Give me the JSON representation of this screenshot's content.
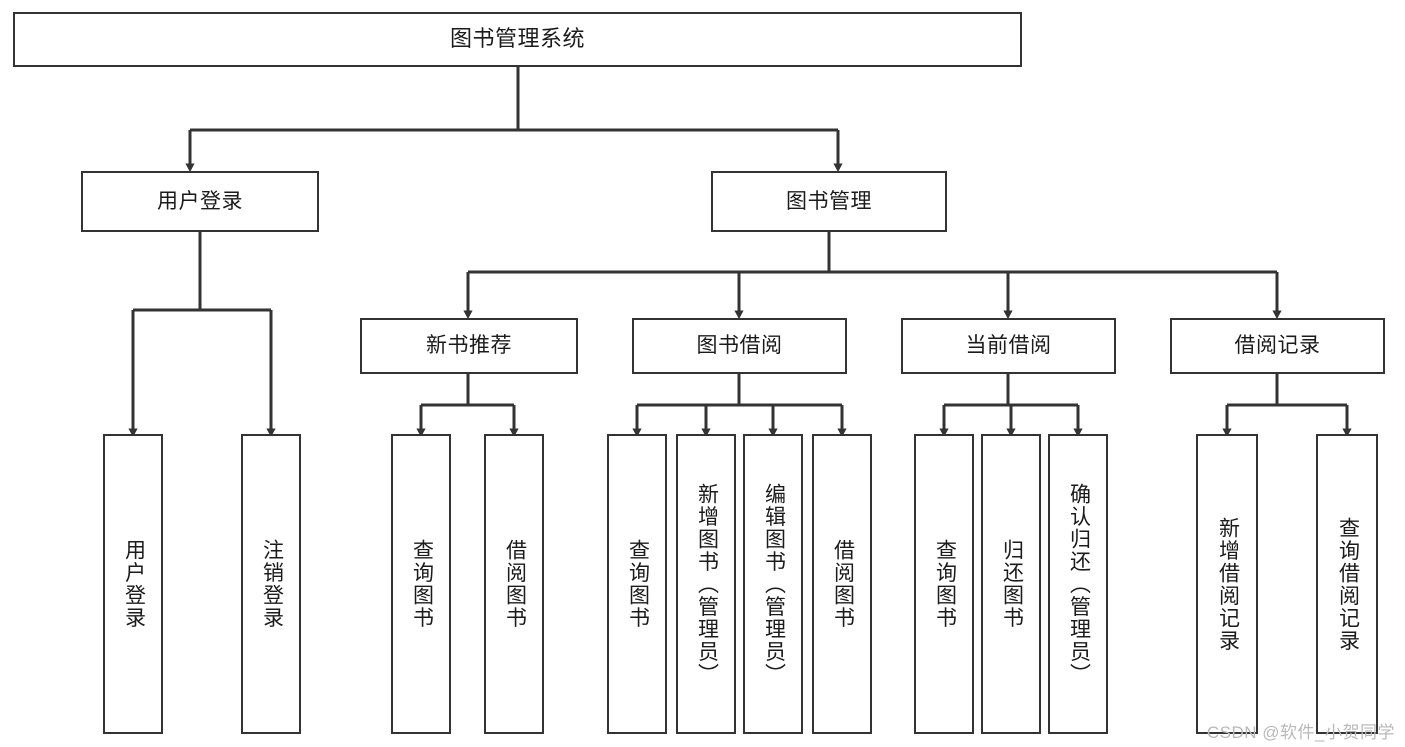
{
  "diagram": {
    "type": "tree-hierarchy",
    "title": "图书管理系统",
    "watermark": "CSDN @软件_小贺同学",
    "colors": {
      "box_border": "#333333",
      "box_fill": "#ffffff",
      "connector": "#333333",
      "text": "#1b1b1b",
      "watermark": "#b9b9b9",
      "background": "#ffffff"
    },
    "nodes": {
      "root": {
        "label": "图书管理系统"
      },
      "level2": [
        {
          "id": "user-login",
          "label": "用户登录"
        },
        {
          "id": "book-management",
          "label": "图书管理"
        }
      ],
      "level3": [
        {
          "id": "new-book-recommend",
          "label": "新书推荐"
        },
        {
          "id": "book-borrow",
          "label": "图书借阅"
        },
        {
          "id": "current-borrow",
          "label": "当前借阅"
        },
        {
          "id": "borrow-record",
          "label": "借阅记录"
        }
      ],
      "leaves": {
        "user_login": [
          {
            "id": "leaf-user-login",
            "label": "用户登录"
          },
          {
            "id": "leaf-logout-login",
            "label": "注销登录"
          }
        ],
        "new_book_recommend": [
          {
            "id": "leaf-query-book-1",
            "label": "查询图书"
          },
          {
            "id": "leaf-borrow-book-1",
            "label": "借阅图书"
          }
        ],
        "book_borrow": [
          {
            "id": "leaf-query-book-2",
            "label": "查询图书"
          },
          {
            "id": "leaf-add-book-admin",
            "label": "新增图书（管理员）"
          },
          {
            "id": "leaf-edit-book-admin",
            "label": "编辑图书（管理员）"
          },
          {
            "id": "leaf-borrow-book-2",
            "label": "借阅图书"
          }
        ],
        "current_borrow": [
          {
            "id": "leaf-query-book-3",
            "label": "查询图书"
          },
          {
            "id": "leaf-return-book",
            "label": "归还图书"
          },
          {
            "id": "leaf-confirm-return-admin",
            "label": "确认归还（管理员）"
          }
        ],
        "borrow_record": [
          {
            "id": "leaf-add-borrow-record",
            "label": "新增借阅记录"
          },
          {
            "id": "leaf-query-borrow-record",
            "label": "查询借阅记录"
          }
        ]
      }
    }
  }
}
